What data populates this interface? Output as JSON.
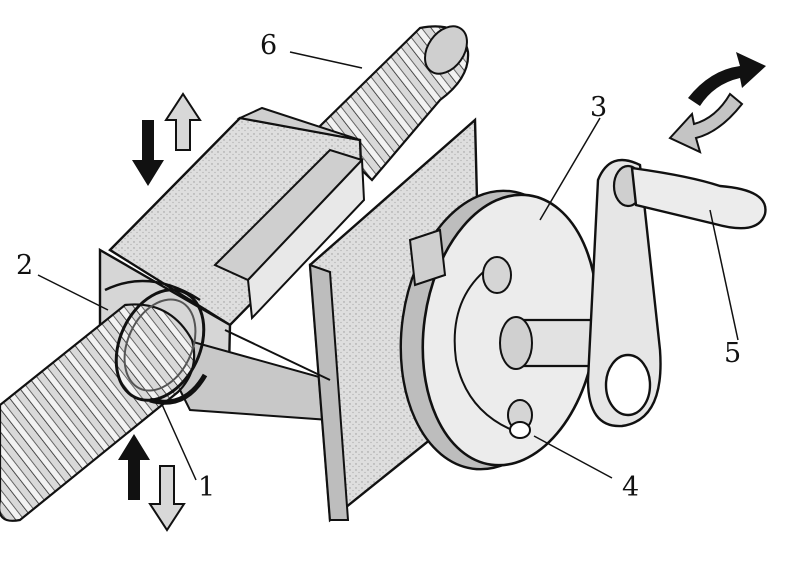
{
  "labels": {
    "n1": "1",
    "n2": "2",
    "n3": "3",
    "n4": "4",
    "n5": "5",
    "n6": "6"
  },
  "colors": {
    "ink": "#111111",
    "fill_light": "#e2e2e2",
    "fill_mid": "#cfcfcf",
    "fill_dark": "#b5b5b5",
    "arrow_solid": "#111111",
    "arrow_hollow": "#bdbdbd"
  }
}
